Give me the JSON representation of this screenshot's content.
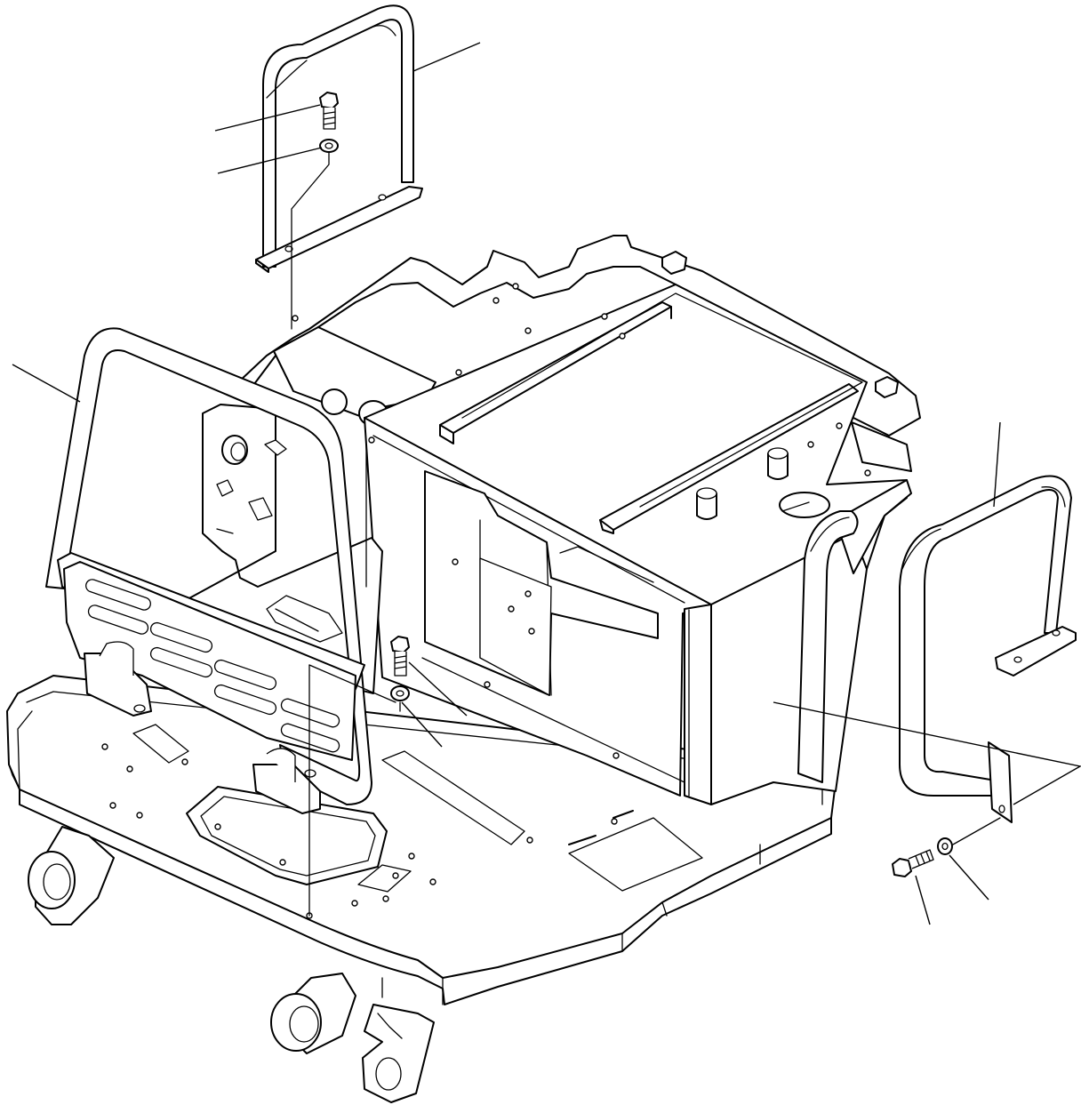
{
  "figure": {
    "parts": [
      "rear-left-handrail",
      "front-guard-rail",
      "right-side-handrail",
      "operator-frame-deck",
      "battery-box",
      "bolt",
      "washer"
    ],
    "callout_leaders": 9
  }
}
